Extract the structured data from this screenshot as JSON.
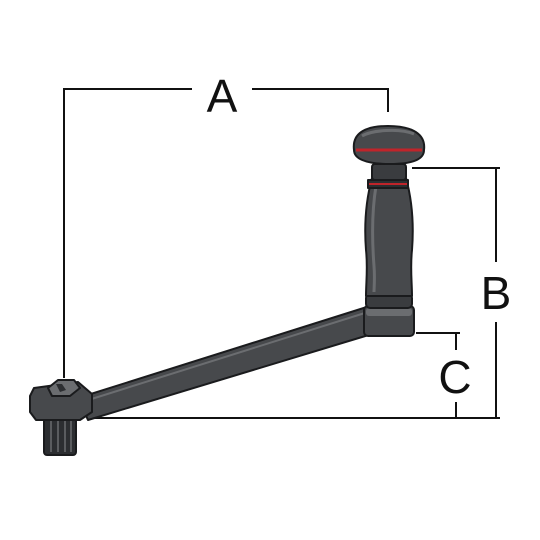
{
  "diagram": {
    "subject": "winch-handle",
    "labels": {
      "a": "A",
      "b": "B",
      "c": "C"
    }
  },
  "colors": {
    "background": "#ffffff",
    "dimension_line": "#111111",
    "handle_body": "#47494c",
    "handle_dark": "#2c2e31",
    "handle_highlight": "#6b6d70",
    "accent_stripe": "#c0242a"
  }
}
